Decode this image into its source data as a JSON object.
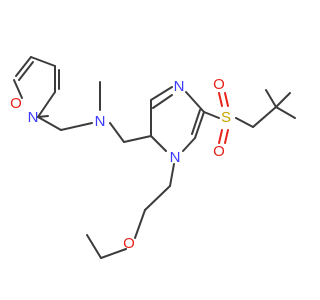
{
  "molecule": {
    "atoms": [
      {
        "id": "isox_O",
        "symbol": "O",
        "color": "#e8221a"
      },
      {
        "id": "isox_N",
        "symbol": "N",
        "color": "#3b3bff"
      },
      {
        "id": "amine_N",
        "symbol": "N",
        "color": "#3b3bff"
      },
      {
        "id": "imid_N3",
        "symbol": "N",
        "color": "#3b3bff"
      },
      {
        "id": "imid_N1",
        "symbol": "N",
        "color": "#3b3bff"
      },
      {
        "id": "sulfonyl_S",
        "symbol": "S",
        "color": "#c9a400"
      },
      {
        "id": "sulfonyl_O1",
        "symbol": "O",
        "color": "#e8221a"
      },
      {
        "id": "sulfonyl_O2",
        "symbol": "O",
        "color": "#e8221a"
      },
      {
        "id": "ether_O",
        "symbol": "O",
        "color": "#e8221a"
      }
    ]
  },
  "colors": {
    "carbon_bond": "#3c3c3c",
    "oxygen": "#e8221a",
    "nitrogen": "#3b3bff",
    "sulfur": "#c9a400"
  }
}
